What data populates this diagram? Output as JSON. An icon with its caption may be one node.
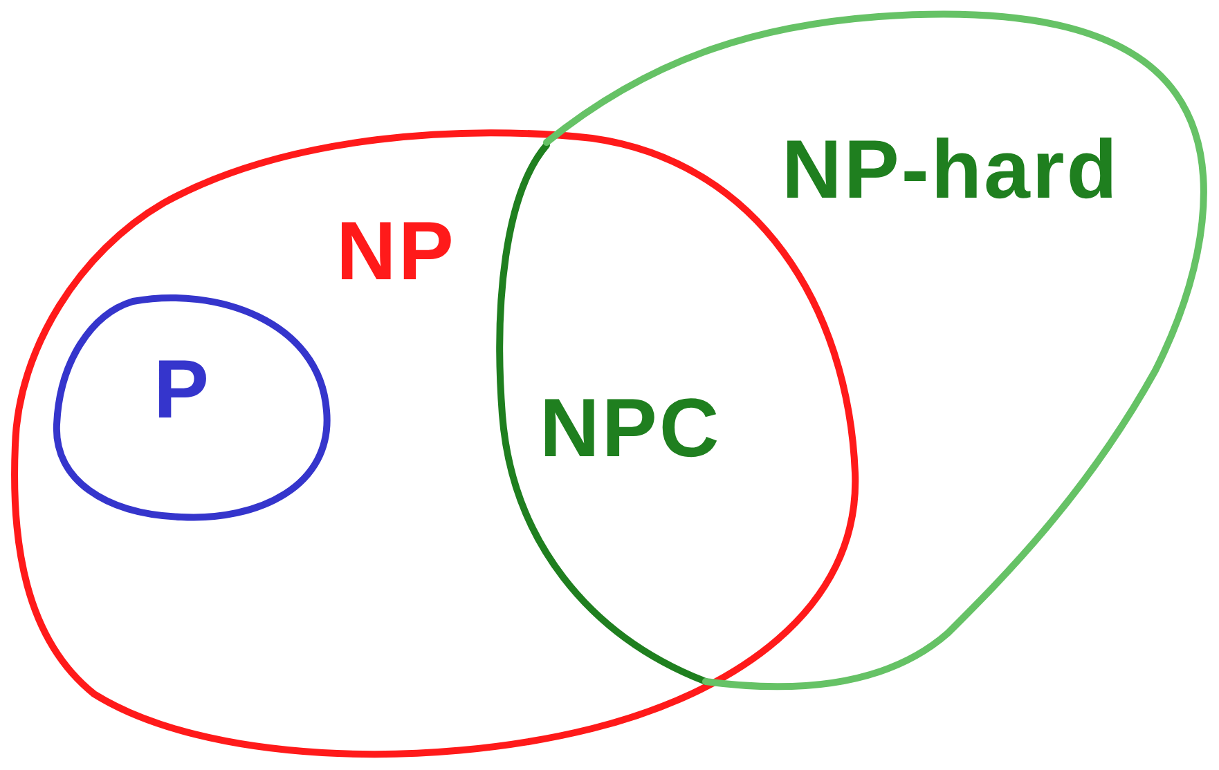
{
  "diagram": {
    "nodes": [
      {
        "text": [
          "NP"
        ]
      },
      {
        "text": [
          "P"
        ],
        "in": 0
      },
      {
        "text": [
          "NP-hard"
        ]
      },
      {
        "text": [
          "NPC"
        ],
        "in": 0
      }
    ]
  }
}
